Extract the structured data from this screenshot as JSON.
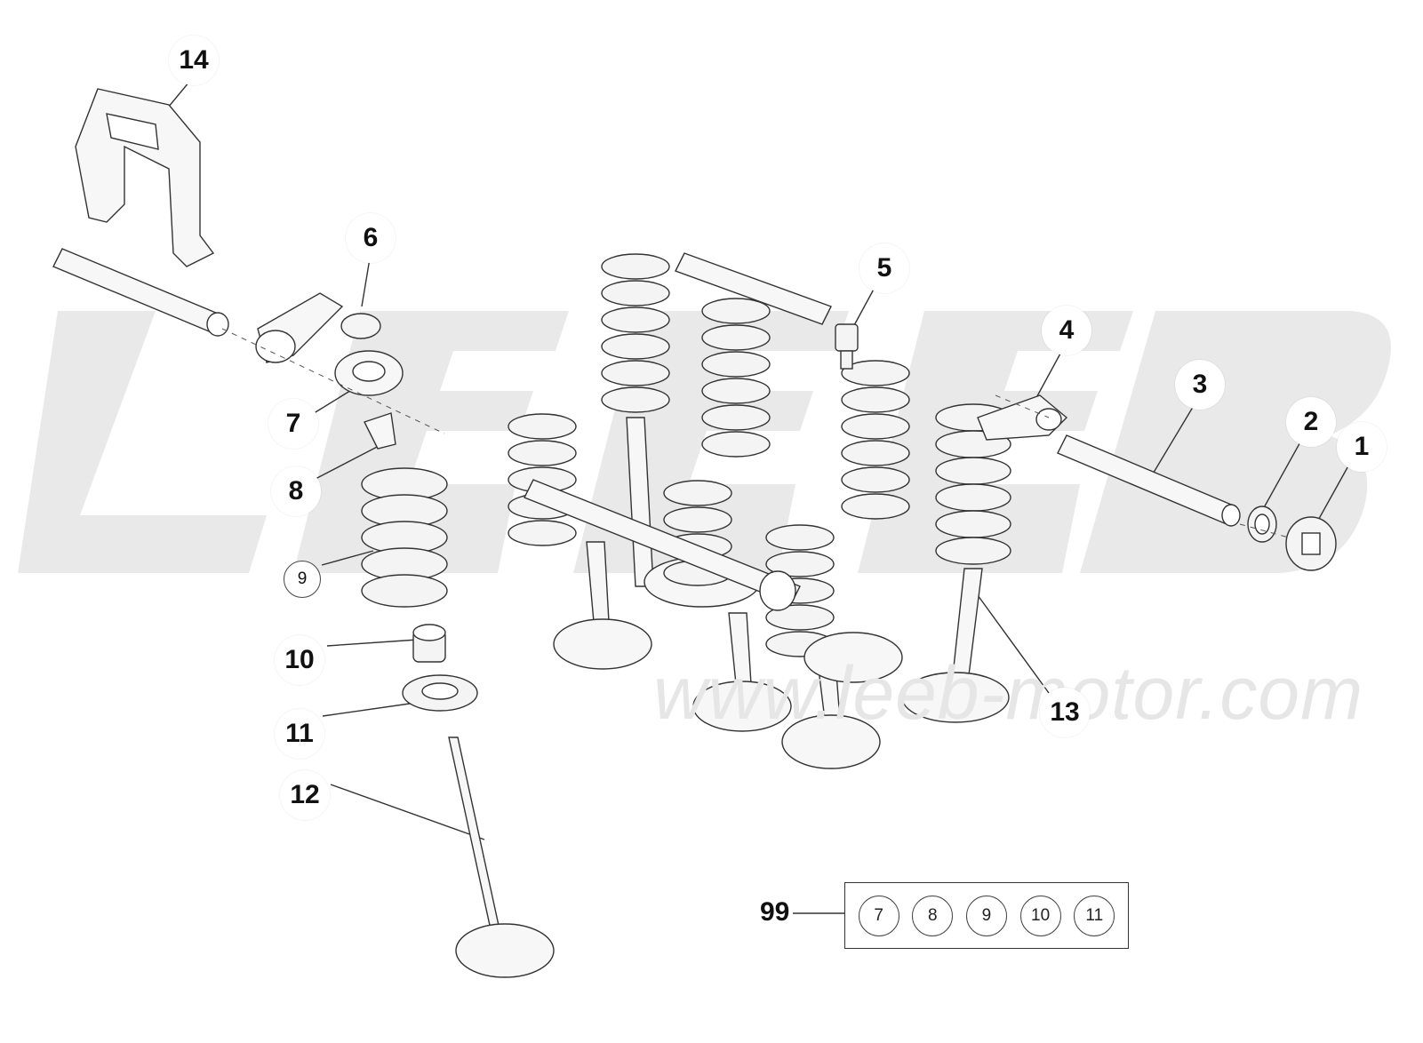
{
  "watermark": {
    "brand": "LEEB",
    "url": "www.leeb-motor.com",
    "color": "#e9e9e9"
  },
  "callouts": {
    "c1": "1",
    "c2": "2",
    "c3": "3",
    "c4": "4",
    "c5": "5",
    "c6": "6",
    "c7": "7",
    "c8": "8",
    "c9": "9",
    "c10": "10",
    "c11": "11",
    "c12": "12",
    "c13": "13",
    "c14": "14"
  },
  "kit": {
    "label": "99",
    "items": [
      "7",
      "8",
      "9",
      "10",
      "11"
    ]
  },
  "colors": {
    "line": "#333333",
    "part_fill": "#f7f7f7",
    "background": "#ffffff"
  }
}
